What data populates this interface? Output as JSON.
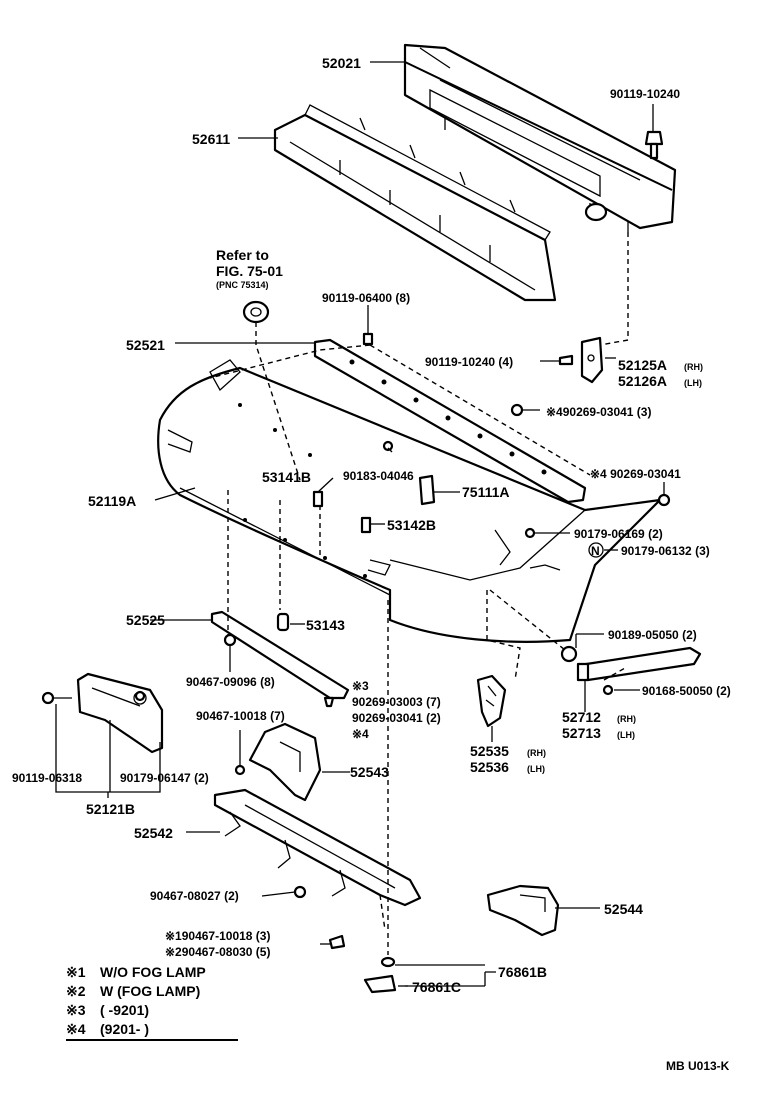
{
  "labels": {
    "p52021": "52021",
    "p90119_10240": "90119-10240",
    "p52611": "52611",
    "refer_to": "Refer to",
    "fig": "FIG. 75-01",
    "pnc": "(PNC 75314)",
    "p90119_06400": "90119-06400 (8)",
    "p52521": "52521",
    "p90119_10240_4": "90119-10240 (4)",
    "p52125a": "52125A",
    "p52125a_side": "(RH)",
    "p52126a": "52126A",
    "p52126a_side": "(LH)",
    "p90269_03041_3": "※490269-03041 (3)",
    "p53141b": "53141B",
    "p90183_04046": "90183-04046",
    "p90269_03041": "※4 90269-03041",
    "p75111a": "75111A",
    "p52119a": "52119A",
    "p53142b": "53142B",
    "p90179_06169": "90179-06169 (2)",
    "p90179_06132": "90179-06132 (3)",
    "n_mark": "N",
    "p52525": "52525",
    "p53143": "53143",
    "p90189_05050": "90189-05050 (2)",
    "p90467_09096": "90467-09096 (8)",
    "mark3": "※3",
    "p90269_03003": "90269-03003 (7)",
    "p90269_03041_2": "90269-03041 (2)",
    "mark4": "※4",
    "p90168_50050": "90168-50050 (2)",
    "p52712": "52712",
    "p52712_side": "(RH)",
    "p52713": "52713",
    "p52713_side": "(LH)",
    "p90467_10018_7": "90467-10018 (7)",
    "p90179_06147": "90179-06147 (2)",
    "p90119_06318": "90119-06318",
    "p52543": "52543",
    "p52535": "52535",
    "p52535_side": "(RH)",
    "p52536": "52536",
    "p52536_side": "(LH)",
    "p52121b": "52121B",
    "p52542": "52542",
    "p90467_08027": "90467-08027 (2)",
    "p52544": "52544",
    "p90467_10018_3": "※190467-10018 (3)",
    "p90467_08030": "※290467-08030 (5)",
    "p76861b": "76861B",
    "p76861c": "76861C",
    "catalog_code": "MB U013-K"
  },
  "legend": [
    {
      "mark": "※1",
      "text": "W/O FOG LAMP"
    },
    {
      "mark": "※2",
      "text": "W (FOG LAMP)"
    },
    {
      "mark": "※3",
      "text": "(      -9201)"
    },
    {
      "mark": "※4",
      "text": "(9201-        )"
    }
  ]
}
